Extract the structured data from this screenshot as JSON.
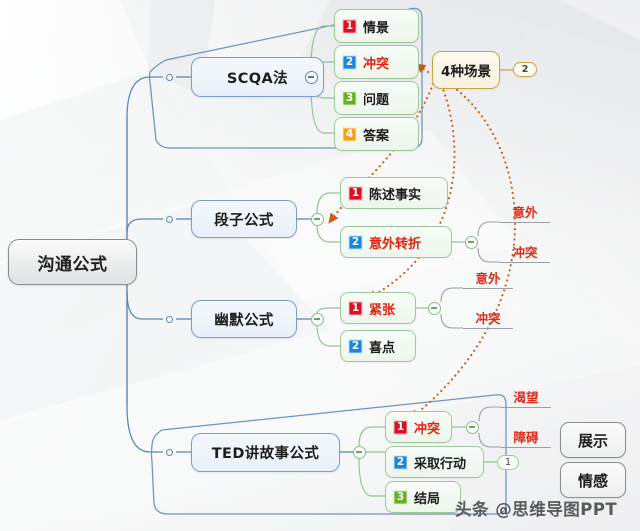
{
  "mindmap": {
    "root": {
      "label": "沟通公式"
    },
    "branches": [
      {
        "label": "SCQA法",
        "children": [
          {
            "num": "1",
            "label": "情景",
            "accent": "red",
            "highlight": false
          },
          {
            "num": "2",
            "label": "冲突",
            "accent": "blue",
            "highlight": true
          },
          {
            "num": "3",
            "label": "问题",
            "accent": "green",
            "highlight": false
          },
          {
            "num": "4",
            "label": "答案",
            "accent": "orange",
            "highlight": false
          }
        ]
      },
      {
        "label": "段子公式",
        "children": [
          {
            "num": "1",
            "label": "陈述事实",
            "accent": "red",
            "highlight": false
          },
          {
            "num": "2",
            "label": "意外转折",
            "accent": "blue",
            "highlight": true
          }
        ]
      },
      {
        "label": "幽默公式",
        "children": [
          {
            "num": "1",
            "label": "紧张",
            "accent": "red",
            "highlight": true
          },
          {
            "num": "2",
            "label": "喜点",
            "accent": "blue",
            "highlight": false
          }
        ]
      },
      {
        "label": "TED讲故事公式",
        "children": [
          {
            "num": "1",
            "label": "冲突",
            "accent": "red",
            "highlight": true
          },
          {
            "num": "2",
            "label": "采取行动",
            "accent": "blue",
            "highlight": false
          },
          {
            "num": "3",
            "label": "结局",
            "accent": "green",
            "highlight": false
          }
        ]
      }
    ],
    "callout": {
      "label": "4种场景",
      "count": "2"
    },
    "pairs": {
      "duanzi": {
        "top": "意外",
        "bottom": "冲突"
      },
      "youmo": {
        "top": "意外",
        "bottom": "冲突"
      },
      "ted": {
        "top": "渴望",
        "bottom": "障碍"
      }
    },
    "counts": {
      "ted_action": "1"
    },
    "side_notes": [
      {
        "label": "展示"
      },
      {
        "label": "情感"
      }
    ]
  },
  "watermark": {
    "text": "头条 @思维导图PPT"
  },
  "colors": {
    "root_border": "#8a8d8f",
    "main_border": "#7d9dc4",
    "leaf_border": "#9ec89c",
    "gold_border": "#c9a44a",
    "connector_blue": "#5f86b5",
    "connector_green": "#96c394",
    "arrow_orange": "#cc5a10",
    "accent_red": "#d81124",
    "accent_blue": "#1a86e0",
    "accent_green": "#6ab023",
    "accent_orange": "#f0a31a"
  }
}
